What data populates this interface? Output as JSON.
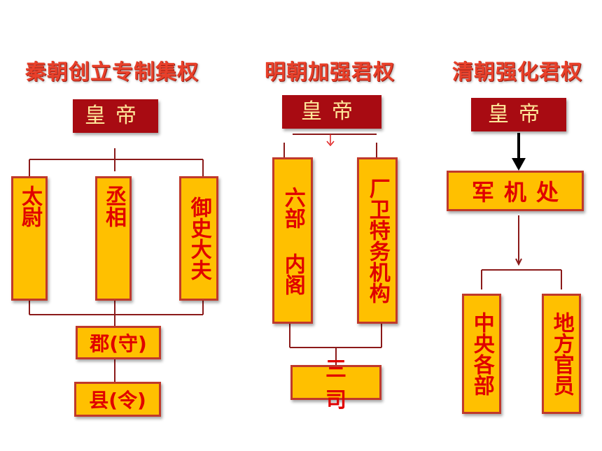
{
  "columns": [
    {
      "title": "秦朝创立专制集权",
      "emperor": "皇帝",
      "offices": [
        "太尉",
        "丞相",
        "御史大夫"
      ],
      "prefecture": "郡(守)",
      "county": "县(令)"
    },
    {
      "title": "明朝加强君权",
      "emperor": "皇帝",
      "left_block": "六部 内阁",
      "right_block": "厂卫特务机构",
      "bottom_block": "三司"
    },
    {
      "title": "清朝强化君权",
      "emperor": "皇帝",
      "council": "军机处",
      "branches": [
        "中央各部",
        "地方官员"
      ]
    }
  ],
  "colors": {
    "title": "#e8402a",
    "emperor_bg": "#a80b12",
    "emperor_text": "#ffe79a",
    "box_bg": "#ffc000",
    "box_text": "#e00000",
    "box_border": "#c0392b",
    "connector": "#8b1a1a"
  }
}
